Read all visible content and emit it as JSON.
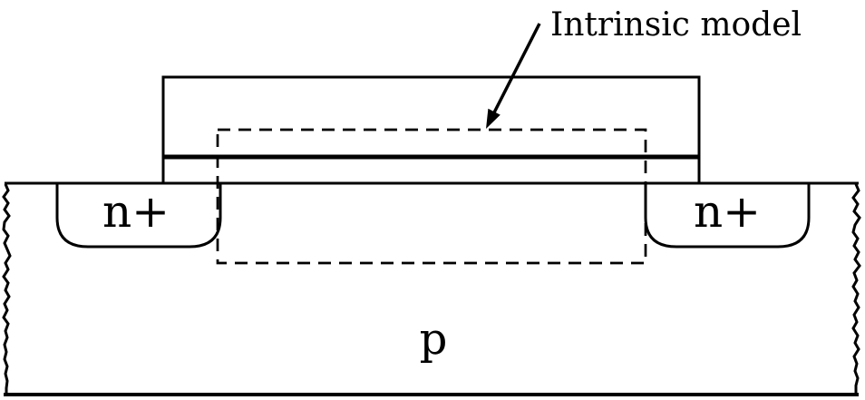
{
  "labels": {
    "annotation": "Intrinsic model",
    "source_region": "n+",
    "drain_region": "n+",
    "substrate": "p"
  },
  "colors": {
    "line": "#000000",
    "background": "#ffffff"
  }
}
